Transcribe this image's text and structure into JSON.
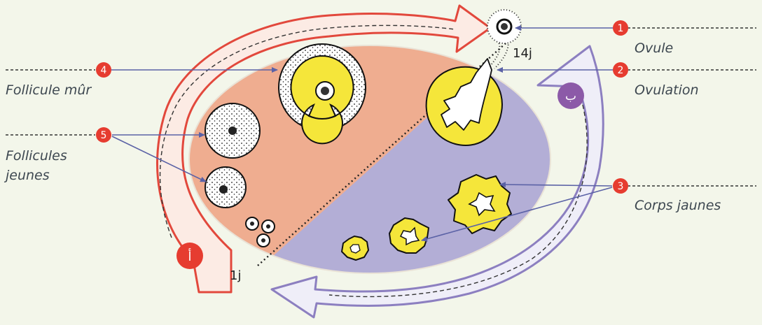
{
  "labels": {
    "ovule": "Ovule",
    "ovulation": "Ovulation",
    "corps_jaunes": "Corps jaunes",
    "follicule_mur": "Follicule mûr",
    "follicules_jeunes_1": "Follicules",
    "follicules_jeunes_2": "jeunes"
  },
  "days": {
    "start": "1j",
    "middle": "14j"
  },
  "markers": {
    "m1": "1",
    "m2": "2",
    "m3": "3",
    "m4": "4",
    "m5": "5"
  },
  "phases": {
    "a": "أ",
    "b": "ب"
  },
  "colors": {
    "follicular": "#efad90",
    "luteal": "#b3aed6",
    "marker": "#e63c30",
    "arrow_red": "#e2483c",
    "arrow_purple": "#8c7fc0",
    "yellow": "#f5e63a"
  }
}
